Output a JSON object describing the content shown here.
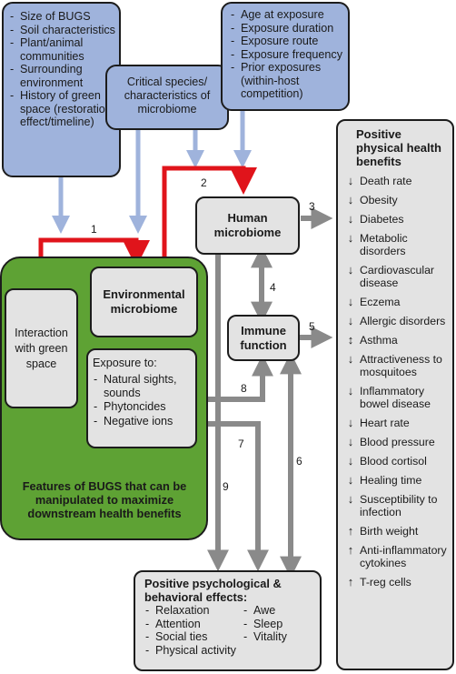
{
  "bugs_factors": [
    "Size of BUGS",
    "Soil characteristics",
    "Plant/animal communities",
    "Surrounding environment",
    "History of green space (restoration effect/timeline)"
  ],
  "critical_species": "Critical species/ characteristics of microbiome",
  "exposure_factors": [
    "Age at exposure",
    "Exposure duration",
    "Exposure route",
    "Exposure frequency",
    "Prior exposures (within-host competition)"
  ],
  "interaction": "Interaction with green space",
  "environmental_microbiome": "Environmental microbiome",
  "exposure": {
    "title": "Exposure to:",
    "items": [
      "Natural sights, sounds",
      "Phytoncides",
      "Negative ions"
    ]
  },
  "features_text": "Features of BUGS that can be manipulated to maximize downstream health benefits",
  "human_microbiome": "Human microbiome",
  "immune_function": "Immune function",
  "physical": {
    "title": "Positive physical health benefits",
    "items": [
      {
        "dir": "↓",
        "label": "Death rate"
      },
      {
        "dir": "↓",
        "label": "Obesity"
      },
      {
        "dir": "↓",
        "label": "Diabetes"
      },
      {
        "dir": "↓",
        "label": "Metabolic disorders"
      },
      {
        "dir": "↓",
        "label": "Cardiovascular disease"
      },
      {
        "dir": "↓",
        "label": "Eczema"
      },
      {
        "dir": "↓",
        "label": "Allergic disorders"
      },
      {
        "dir": "↕",
        "label": "Asthma"
      },
      {
        "dir": "↓",
        "label": "Attractiveness to mosquitoes"
      },
      {
        "dir": "↓",
        "label": "Inflammatory bowel disease"
      },
      {
        "dir": "↓",
        "label": "Heart rate"
      },
      {
        "dir": "↓",
        "label": "Blood pressure"
      },
      {
        "dir": "↓",
        "label": "Blood cortisol"
      },
      {
        "dir": "↓",
        "label": "Healing time"
      },
      {
        "dir": "↓",
        "label": "Susceptibility to infection"
      },
      {
        "dir": "↑",
        "label": "Birth weight"
      },
      {
        "dir": "↑",
        "label": "Anti-inflammatory cytokines"
      },
      {
        "dir": "↑",
        "label": "T-reg cells"
      }
    ]
  },
  "psych": {
    "title": "Positive psychological & behavioral effects:",
    "col1": [
      "Relaxation",
      "Attention",
      "Social ties"
    ],
    "col2": [
      "Awe",
      "Sleep",
      "Vitality"
    ],
    "wide": "Physical activity"
  },
  "numbers": [
    "1",
    "2",
    "3",
    "4",
    "5",
    "6",
    "7",
    "8",
    "9"
  ]
}
